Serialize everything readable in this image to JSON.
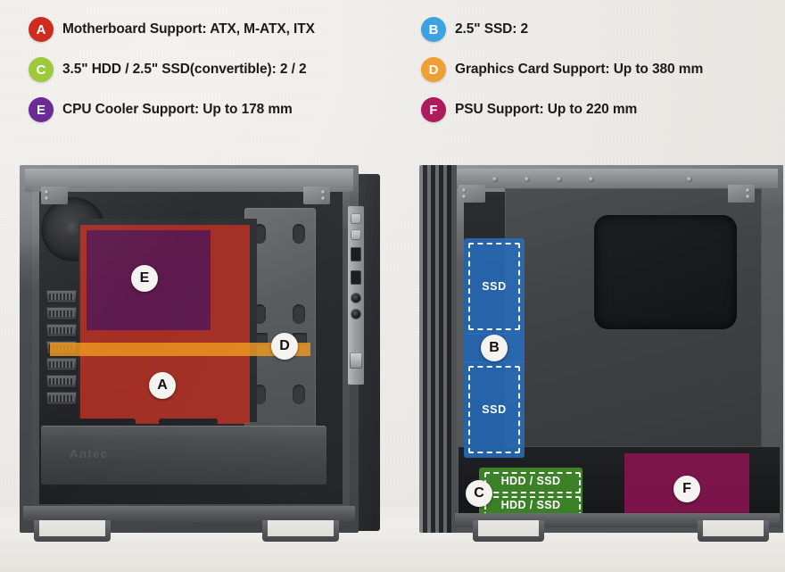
{
  "legend": {
    "items": [
      {
        "key": "A",
        "color": "#cd2c1e",
        "label": "Motherboard Support: ATX, M-ATX, ITX",
        "col": 0,
        "row": 0
      },
      {
        "key": "B",
        "color": "#3da3e0",
        "label": "2.5\" SSD: 2",
        "col": 1,
        "row": 0
      },
      {
        "key": "C",
        "color": "#9ec93c",
        "label": "3.5\" HDD / 2.5\" SSD(convertible): 2 / 2",
        "col": 0,
        "row": 1
      },
      {
        "key": "D",
        "color": "#eea032",
        "label": "Graphics Card Support: Up to 380 mm",
        "col": 1,
        "row": 1
      },
      {
        "key": "E",
        "color": "#6b2a96",
        "label": "CPU Cooler Support: Up to 178 mm",
        "col": 0,
        "row": 2
      },
      {
        "key": "F",
        "color": "#ae1b5c",
        "label": "PSU Support: Up to 220 mm",
        "col": 1,
        "row": 2
      }
    ]
  },
  "left_case": {
    "name": "interior-left-side-view",
    "brand_logo": "Antec",
    "markers": [
      {
        "key": "E",
        "name": "cpu-cooler-zone-marker"
      },
      {
        "key": "D",
        "name": "graphics-card-zone-marker"
      },
      {
        "key": "A",
        "name": "motherboard-zone-marker"
      }
    ]
  },
  "right_case": {
    "name": "interior-right-side-view",
    "ssd_label_top": "SSD",
    "ssd_label_bottom": "SSD",
    "hdd_label_top": "HDD / SSD",
    "hdd_label_bottom": "HDD / SSD",
    "markers": [
      {
        "key": "B",
        "name": "ssd-bay-marker"
      },
      {
        "key": "C",
        "name": "hdd-cage-marker"
      },
      {
        "key": "F",
        "name": "psu-zone-marker"
      }
    ]
  },
  "overlay_colors": {
    "motherboard": "#cd2c1e",
    "cpu_cooler": "#4a1256",
    "graphics_card": "#ee961a",
    "ssd": "#286ebe",
    "hdd": "#3f8a28",
    "psu": "#8c1452"
  }
}
